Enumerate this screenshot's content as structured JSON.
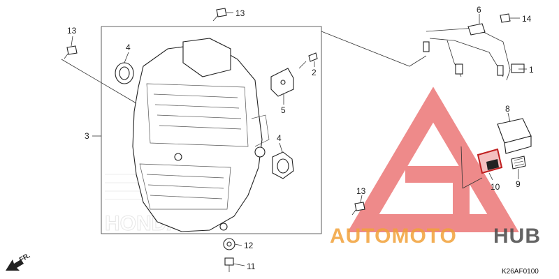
{
  "diagram": {
    "callouts": {
      "c1": "1",
      "c2": "2",
      "c3": "3",
      "c4a": "4",
      "c4b": "4",
      "c5": "5",
      "c6": "6",
      "c8": "8",
      "c9": "9",
      "c10": "10",
      "c11": "11",
      "c12": "12",
      "c13a": "13",
      "c13b": "13",
      "c13c": "13",
      "c14": "14"
    },
    "direction_label": "FR.",
    "figure_code": "K26AF0100",
    "ghost_brand": "HONDA"
  },
  "watermark": {
    "brand_part1": "AUTOMOTO",
    "brand_part2": "HUB",
    "color_primary": "#f2a23a",
    "color_secondary": "#4a4a4a",
    "logo_color": "#e85a5a"
  }
}
